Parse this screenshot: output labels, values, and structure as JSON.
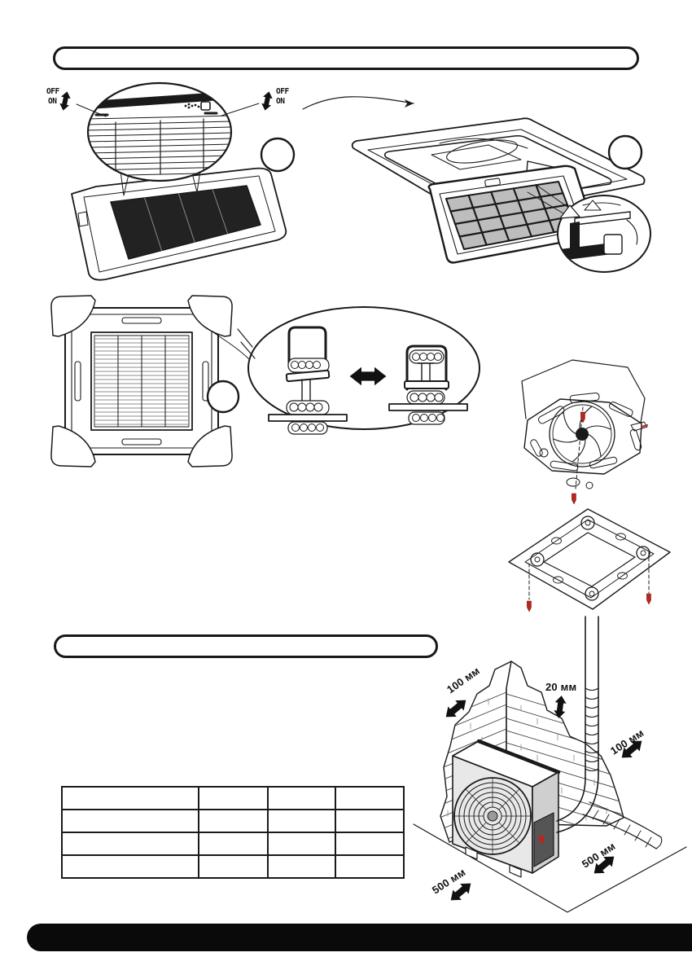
{
  "page": {
    "type": "installation-manual-page",
    "background": "#ffffff"
  },
  "colors": {
    "ink": "#1a1a1a",
    "screw_red": "#b5271f",
    "filter_gray": "#c4c4c4",
    "unit_front_gray": "#e8e8e8",
    "unit_side_gray": "#cfcfcf",
    "footer_black": "#0a0a0a"
  },
  "section_headers": {
    "first": "",
    "second": ""
  },
  "filter_diagram": {
    "left_switch_off": "OFF",
    "left_switch_on": "ON",
    "right_switch_off": "OFF",
    "right_switch_on": "ON"
  },
  "outdoor_clearances": {
    "back": "100 мм",
    "top": "20 мм",
    "side_right": "100 мм",
    "front_right": "500 мм",
    "front_left": "500 мм"
  },
  "spec_table": {
    "columns": 4,
    "rows": [
      [
        "",
        "",
        "",
        ""
      ],
      [
        "",
        "",
        "",
        ""
      ],
      [
        "",
        "",
        "",
        ""
      ],
      [
        "",
        "",
        "",
        ""
      ]
    ]
  }
}
